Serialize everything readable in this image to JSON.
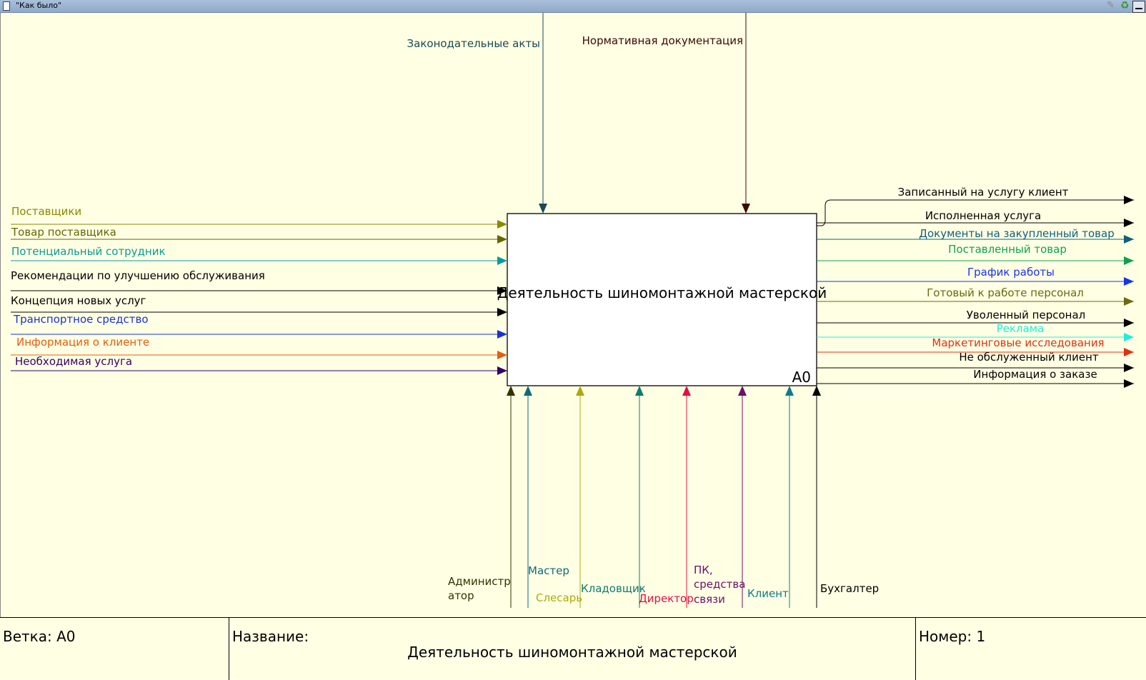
{
  "window": {
    "title": "\"Как было\""
  },
  "diagram": {
    "box": {
      "title": "Деятельность шиномонтажной мастерской",
      "node": "A0"
    },
    "controls": [
      {
        "id": "legal",
        "label": "Законодательные акты",
        "color": "#1a4a55"
      },
      {
        "id": "normative",
        "label": "Нормативная документация",
        "color": "#3a0a05"
      }
    ],
    "inputs": [
      {
        "id": "suppliers",
        "label": "Поставщики",
        "color": "#8a8a00"
      },
      {
        "id": "supplier_goods",
        "label": "Товар поставщика",
        "color": "#666600"
      },
      {
        "id": "potential_employee",
        "label": "Потенциальный сотрудник",
        "color": "#0a9a9a"
      },
      {
        "id": "recommendations",
        "label": "Рекомендации по улучшению обслуживания",
        "color": "#000000"
      },
      {
        "id": "new_services",
        "label": "Концепция новых услуг",
        "color": "#000000"
      },
      {
        "id": "vehicle",
        "label": "Транспортное средство",
        "color": "#1a33cc"
      },
      {
        "id": "client_info",
        "label": "Информация о клиенте",
        "color": "#e06010"
      },
      {
        "id": "required_service",
        "label": "Необходимая услуга",
        "color": "#330066"
      }
    ],
    "outputs": [
      {
        "id": "registered_client",
        "label": "Записанный на услугу клиент",
        "color": "#000000"
      },
      {
        "id": "service_done",
        "label": "Исполненная услуга",
        "color": "#000000"
      },
      {
        "id": "purchase_docs",
        "label": "Документы на закупленный товар",
        "color": "#10607a"
      },
      {
        "id": "delivered_goods",
        "label": "Поставленный товар",
        "color": "#10a050"
      },
      {
        "id": "schedule",
        "label": "График работы",
        "color": "#1a33ee"
      },
      {
        "id": "ready_staff",
        "label": "Готовый к работе персонал",
        "color": "#6a6a10"
      },
      {
        "id": "fired_staff",
        "label": "Уволенный персонал",
        "color": "#000000"
      },
      {
        "id": "advertising",
        "label": "Реклама",
        "color": "#20eedd"
      },
      {
        "id": "marketing",
        "label": "Маркетинговые исследования",
        "color": "#dd3311"
      },
      {
        "id": "unserved_client",
        "label": "Не обслуженный клиент",
        "color": "#000000"
      },
      {
        "id": "order_info",
        "label": "Информация о заказе",
        "color": "#000000"
      }
    ],
    "mechanisms": [
      {
        "id": "administrator",
        "label": [
          "Администр",
          "атор"
        ],
        "color": "#333300"
      },
      {
        "id": "master",
        "label": [
          "Мастер"
        ],
        "color": "#106a7a"
      },
      {
        "id": "mechanic",
        "label": [
          "Слесарь"
        ],
        "color": "#aaaa10"
      },
      {
        "id": "storekeeper",
        "label": [
          "Кладовщик"
        ],
        "color": "#107a70"
      },
      {
        "id": "director",
        "label": [
          "Директор"
        ],
        "color": "#dd1144"
      },
      {
        "id": "pc",
        "label": [
          "ПК,",
          "средства",
          "связи"
        ],
        "color": "#6a106a"
      },
      {
        "id": "client",
        "label": [
          "Клиент"
        ],
        "color": "#107a8a"
      },
      {
        "id": "accountant",
        "label": [
          "Бухгалтер"
        ],
        "color": "#000000"
      }
    ]
  },
  "footer": {
    "branch_label": "Ветка: A0",
    "name_label": "Название:",
    "name_value": "Деятельность шиномонтажной мастерской",
    "number_label": "Номер: 1"
  }
}
